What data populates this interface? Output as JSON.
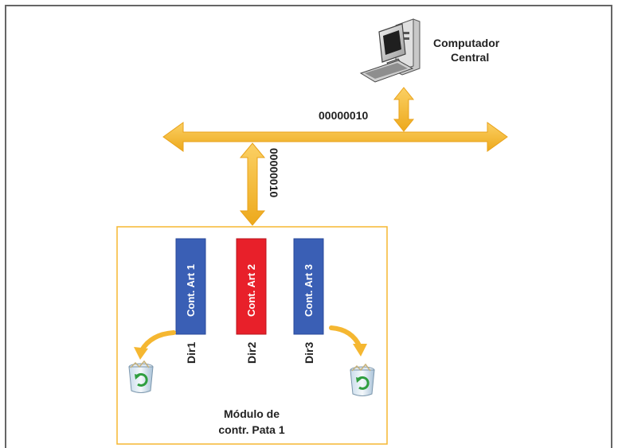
{
  "computer": {
    "icon": "desktop-computer-icon",
    "label_line1": "Computador",
    "label_line2": "Central"
  },
  "bus": {
    "address_main": "00000010",
    "address_vertical": "00000010",
    "color": "#f5b731"
  },
  "module": {
    "label_line1": "Módulo de",
    "label_line2": "contr. Pata 1",
    "border_color": "#f5b731",
    "controllers": [
      {
        "label": "Cont. Art 1",
        "dir": "Dir1",
        "color": "#3a5fb5"
      },
      {
        "label": "Cont. Art 2",
        "dir": "Dir2",
        "color": "#e8202a"
      },
      {
        "label": "Cont. Art 3",
        "dir": "Dir3",
        "color": "#3a5fb5"
      }
    ],
    "trash_icon": "recycle-bin-icon"
  }
}
